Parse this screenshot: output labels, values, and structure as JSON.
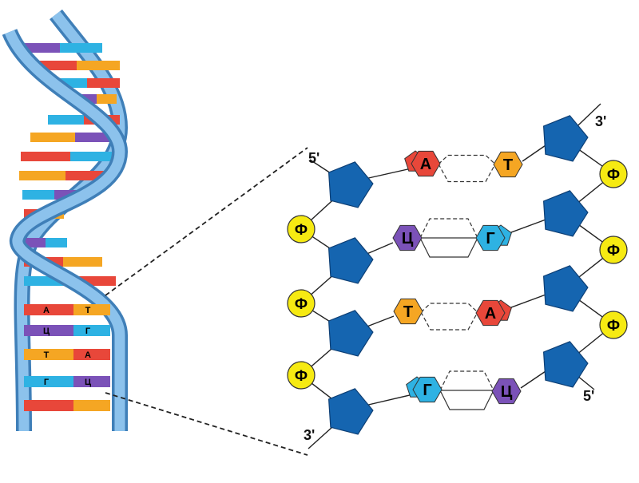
{
  "diagram": {
    "colors": {
      "A": "#e8473a",
      "T": "#f5a623",
      "C": "#7b52b8",
      "G": "#2eb2e3",
      "sugar": "#1565b0",
      "phosphate": "#f6ea12",
      "backbone": "#5a9fd6"
    },
    "helix_rungs": [
      {
        "left": "А",
        "right": "Т"
      },
      {
        "left": "Ц",
        "right": "Г"
      },
      {
        "left": "Т",
        "right": "А"
      },
      {
        "left": "Г",
        "right": "Ц"
      }
    ],
    "strand_ends": {
      "left_top": "5'",
      "left_bottom": "3'",
      "right_top": "3'",
      "right_bottom": "5'"
    },
    "phosphate_label": "Ф",
    "pairs": [
      {
        "left": "А",
        "left_type": "purine",
        "left_color": "A",
        "right": "Т",
        "right_type": "pyrimidine",
        "right_color": "T",
        "hbonds": 2
      },
      {
        "left": "Ц",
        "left_type": "pyrimidine",
        "left_color": "C",
        "right": "Г",
        "right_type": "purine",
        "right_color": "G",
        "hbonds": 3
      },
      {
        "left": "Т",
        "left_type": "pyrimidine",
        "left_color": "T",
        "right": "А",
        "right_type": "purine",
        "right_color": "A",
        "hbonds": 2
      },
      {
        "left": "Г",
        "left_type": "purine",
        "left_color": "G",
        "right": "Ц",
        "right_type": "pyrimidine",
        "right_color": "C",
        "hbonds": 3
      }
    ]
  }
}
